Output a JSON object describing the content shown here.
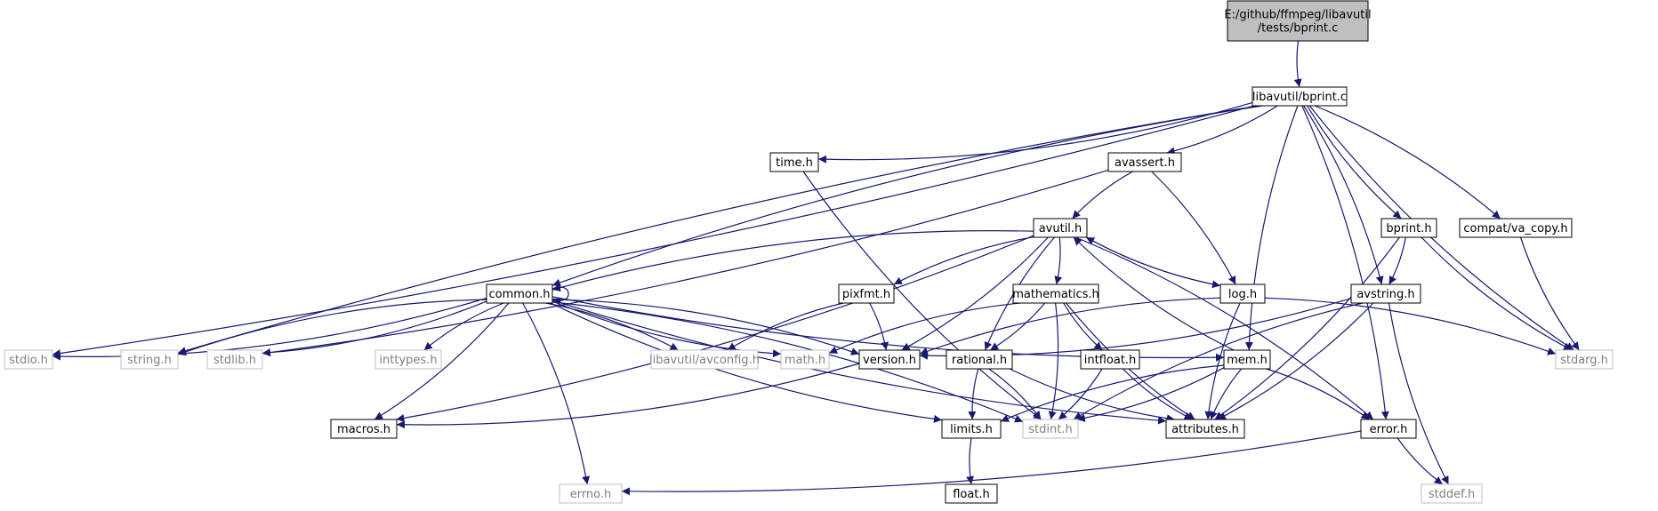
{
  "graph": {
    "nodes": [
      {
        "id": "root",
        "label": [
          "E:/github/ffmpeg/libavutil",
          "/tests/bprint.c"
        ],
        "style": "root"
      },
      {
        "id": "bprint_c",
        "label": [
          "libavutil/bprint.c"
        ],
        "style": "normal"
      },
      {
        "id": "time_h",
        "label": [
          "time.h"
        ],
        "style": "normal"
      },
      {
        "id": "avassert_h",
        "label": [
          "avassert.h"
        ],
        "style": "normal"
      },
      {
        "id": "avutil_h",
        "label": [
          "avutil.h"
        ],
        "style": "normal"
      },
      {
        "id": "bprint_h",
        "label": [
          "bprint.h"
        ],
        "style": "normal"
      },
      {
        "id": "va_copy_h",
        "label": [
          "compat/va_copy.h"
        ],
        "style": "normal"
      },
      {
        "id": "common_h",
        "label": [
          "common.h"
        ],
        "style": "normal"
      },
      {
        "id": "pixfmt_h",
        "label": [
          "pixfmt.h"
        ],
        "style": "normal"
      },
      {
        "id": "mathematics_h",
        "label": [
          "mathematics.h"
        ],
        "style": "normal"
      },
      {
        "id": "log_h",
        "label": [
          "log.h"
        ],
        "style": "normal"
      },
      {
        "id": "avstring_h",
        "label": [
          "avstring.h"
        ],
        "style": "normal"
      },
      {
        "id": "stdio_h",
        "label": [
          "stdio.h"
        ],
        "style": "system"
      },
      {
        "id": "string_h",
        "label": [
          "string.h"
        ],
        "style": "system"
      },
      {
        "id": "stdlib_h",
        "label": [
          "stdlib.h"
        ],
        "style": "system"
      },
      {
        "id": "inttypes_h",
        "label": [
          "inttypes.h"
        ],
        "style": "system"
      },
      {
        "id": "avconfig_h",
        "label": [
          "libavutil/avconfig.h"
        ],
        "style": "system"
      },
      {
        "id": "math_h",
        "label": [
          "math.h"
        ],
        "style": "system"
      },
      {
        "id": "version_h",
        "label": [
          "version.h"
        ],
        "style": "normal"
      },
      {
        "id": "rational_h",
        "label": [
          "rational.h"
        ],
        "style": "normal"
      },
      {
        "id": "intfloat_h",
        "label": [
          "intfloat.h"
        ],
        "style": "normal"
      },
      {
        "id": "mem_h",
        "label": [
          "mem.h"
        ],
        "style": "normal"
      },
      {
        "id": "stdarg_h",
        "label": [
          "stdarg.h"
        ],
        "style": "system"
      },
      {
        "id": "macros_h",
        "label": [
          "macros.h"
        ],
        "style": "normal"
      },
      {
        "id": "limits_h",
        "label": [
          "limits.h"
        ],
        "style": "normal"
      },
      {
        "id": "stdint_h",
        "label": [
          "stdint.h"
        ],
        "style": "system"
      },
      {
        "id": "attributes_h",
        "label": [
          "attributes.h"
        ],
        "style": "normal"
      },
      {
        "id": "error_h",
        "label": [
          "error.h"
        ],
        "style": "normal"
      },
      {
        "id": "float_h",
        "label": [
          "float.h"
        ],
        "style": "normal"
      },
      {
        "id": "errno_h",
        "label": [
          "errno.h"
        ],
        "style": "system"
      },
      {
        "id": "stddef_h",
        "label": [
          "stddef.h"
        ],
        "style": "system"
      }
    ],
    "edges": [
      [
        "root",
        "bprint_c"
      ],
      [
        "bprint_c",
        "stdio_h"
      ],
      [
        "bprint_c",
        "string_h"
      ],
      [
        "bprint_c",
        "time_h"
      ],
      [
        "bprint_c",
        "common_h"
      ],
      [
        "bprint_c",
        "avassert_h"
      ],
      [
        "bprint_c",
        "mem_h"
      ],
      [
        "bprint_c",
        "avstring_h"
      ],
      [
        "bprint_c",
        "bprint_h"
      ],
      [
        "bprint_c",
        "va_copy_h"
      ],
      [
        "bprint_c",
        "stdarg_h"
      ],
      [
        "bprint_c",
        "error_h"
      ],
      [
        "time_h",
        "stdint_h"
      ],
      [
        "avassert_h",
        "stdlib_h"
      ],
      [
        "avassert_h",
        "avutil_h"
      ],
      [
        "avassert_h",
        "log_h"
      ],
      [
        "avutil_h",
        "common_h"
      ],
      [
        "avutil_h",
        "macros_h"
      ],
      [
        "avutil_h",
        "pixfmt_h"
      ],
      [
        "avutil_h",
        "mathematics_h"
      ],
      [
        "avutil_h",
        "log_h"
      ],
      [
        "avutil_h",
        "version_h"
      ],
      [
        "avutil_h",
        "rational_h"
      ],
      [
        "avutil_h",
        "error_h"
      ],
      [
        "common_h",
        "common_h"
      ],
      [
        "common_h",
        "stdio_h"
      ],
      [
        "common_h",
        "string_h"
      ],
      [
        "common_h",
        "stdlib_h"
      ],
      [
        "common_h",
        "inttypes_h"
      ],
      [
        "common_h",
        "avconfig_h"
      ],
      [
        "common_h",
        "math_h"
      ],
      [
        "common_h",
        "version_h"
      ],
      [
        "common_h",
        "mem_h"
      ],
      [
        "common_h",
        "macros_h"
      ],
      [
        "common_h",
        "limits_h"
      ],
      [
        "common_h",
        "stdint_h"
      ],
      [
        "common_h",
        "attributes_h"
      ],
      [
        "common_h",
        "errno_h"
      ],
      [
        "pixfmt_h",
        "avconfig_h"
      ],
      [
        "pixfmt_h",
        "version_h"
      ],
      [
        "mathematics_h",
        "math_h"
      ],
      [
        "mathematics_h",
        "rational_h"
      ],
      [
        "mathematics_h",
        "intfloat_h"
      ],
      [
        "mathematics_h",
        "stdint_h"
      ],
      [
        "mathematics_h",
        "attributes_h"
      ],
      [
        "log_h",
        "avutil_h"
      ],
      [
        "log_h",
        "version_h"
      ],
      [
        "log_h",
        "stdarg_h"
      ],
      [
        "log_h",
        "attributes_h"
      ],
      [
        "avstring_h",
        "version_h"
      ],
      [
        "avstring_h",
        "stdint_h"
      ],
      [
        "avstring_h",
        "attributes_h"
      ],
      [
        "avstring_h",
        "stddef_h"
      ],
      [
        "bprint_h",
        "avstring_h"
      ],
      [
        "bprint_h",
        "stdarg_h"
      ],
      [
        "bprint_h",
        "attributes_h"
      ],
      [
        "va_copy_h",
        "stdarg_h"
      ],
      [
        "version_h",
        "macros_h"
      ],
      [
        "rational_h",
        "limits_h"
      ],
      [
        "rational_h",
        "stdint_h"
      ],
      [
        "rational_h",
        "attributes_h"
      ],
      [
        "intfloat_h",
        "stdint_h"
      ],
      [
        "intfloat_h",
        "attributes_h"
      ],
      [
        "mem_h",
        "avutil_h"
      ],
      [
        "mem_h",
        "limits_h"
      ],
      [
        "mem_h",
        "stdint_h"
      ],
      [
        "mem_h",
        "attributes_h"
      ],
      [
        "mem_h",
        "error_h"
      ],
      [
        "limits_h",
        "float_h"
      ],
      [
        "error_h",
        "errno_h"
      ],
      [
        "error_h",
        "stddef_h"
      ]
    ],
    "colors": {
      "edge": "#191970",
      "root_fill": "#bfbfbf",
      "normal_border": "#000000",
      "system_border": "#bfbfbf",
      "system_text": "#808080",
      "text": "#000000"
    }
  }
}
